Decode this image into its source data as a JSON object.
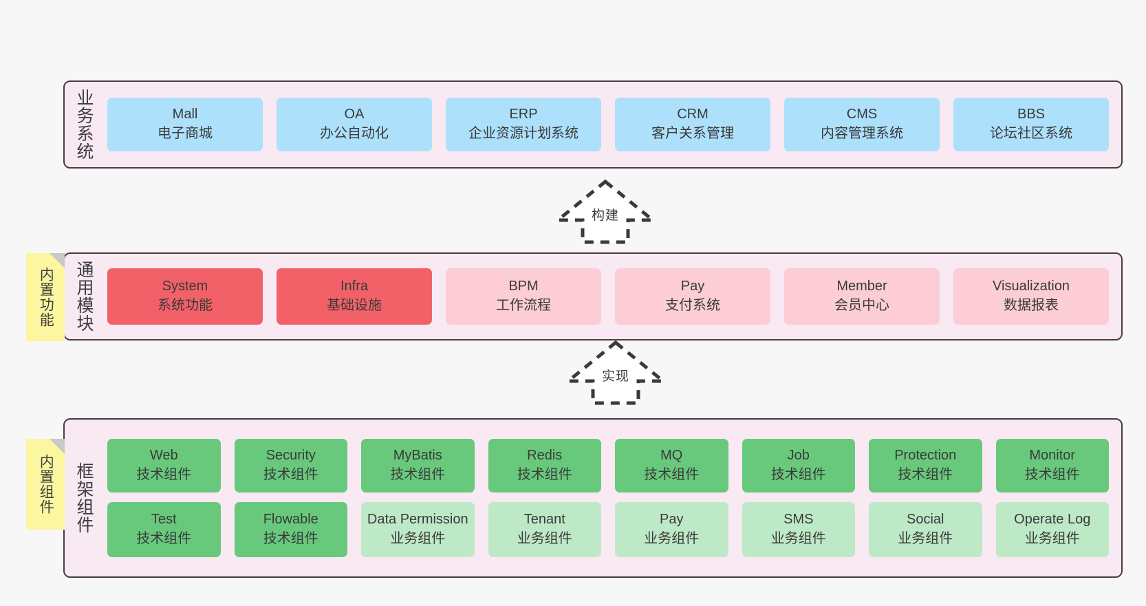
{
  "diagram": {
    "title": "system-architecture-layers",
    "colors": {
      "layer_background": "#f8e9f3",
      "layer_border": "#4a3b42",
      "business_box": "#ade0fb",
      "module_core": "#f26168",
      "module_plain": "#fccdd4",
      "tech_component": "#68c97c",
      "business_component": "#bee9c7",
      "sticky_note": "#fcf6a0",
      "canvas": "#f7f7f7"
    }
  },
  "layers": {
    "business": {
      "label": "业务系统",
      "items": [
        {
          "title": "Mall",
          "sub": "电子商城"
        },
        {
          "title": "OA",
          "sub": "办公自动化"
        },
        {
          "title": "ERP",
          "sub": "企业资源计划系统"
        },
        {
          "title": "CRM",
          "sub": "客户关系管理"
        },
        {
          "title": "CMS",
          "sub": "内容管理系统"
        },
        {
          "title": "BBS",
          "sub": "论坛社区系统"
        }
      ]
    },
    "common": {
      "label": "通用模块",
      "items": [
        {
          "title": "System",
          "sub": "系统功能",
          "style": "red-strong"
        },
        {
          "title": "Infra",
          "sub": "基础设施",
          "style": "red-strong"
        },
        {
          "title": "BPM",
          "sub": "工作流程",
          "style": "red-light"
        },
        {
          "title": "Pay",
          "sub": "支付系统",
          "style": "red-light"
        },
        {
          "title": "Member",
          "sub": "会员中心",
          "style": "red-light"
        },
        {
          "title": "Visualization",
          "sub": "数据报表",
          "style": "red-light"
        }
      ]
    },
    "framework": {
      "label": "框架组件",
      "row_tech": [
        {
          "title": "Web",
          "sub": "技术组件"
        },
        {
          "title": "Security",
          "sub": "技术组件"
        },
        {
          "title": "MyBatis",
          "sub": "技术组件"
        },
        {
          "title": "Redis",
          "sub": "技术组件"
        },
        {
          "title": "MQ",
          "sub": "技术组件"
        },
        {
          "title": "Job",
          "sub": "技术组件"
        },
        {
          "title": "Protection",
          "sub": "技术组件"
        },
        {
          "title": "Monitor",
          "sub": "技术组件"
        }
      ],
      "row_biz": [
        {
          "title": "Test",
          "sub": "技术组件",
          "style": "green-strong"
        },
        {
          "title": "Flowable",
          "sub": "技术组件",
          "style": "green-strong"
        },
        {
          "title": "Data Permission",
          "sub": "业务组件",
          "style": "green-light"
        },
        {
          "title": "Tenant",
          "sub": "业务组件",
          "style": "green-light"
        },
        {
          "title": "Pay",
          "sub": "业务组件",
          "style": "green-light"
        },
        {
          "title": "SMS",
          "sub": "业务组件",
          "style": "green-light"
        },
        {
          "title": "Social",
          "sub": "业务组件",
          "style": "green-light"
        },
        {
          "title": "Operate Log",
          "sub": "业务组件",
          "style": "green-light"
        }
      ]
    }
  },
  "notes": {
    "builtin_function": "内置功能",
    "builtin_component": "内置组件"
  },
  "arrows": {
    "build": "构建",
    "realize": "实现"
  }
}
